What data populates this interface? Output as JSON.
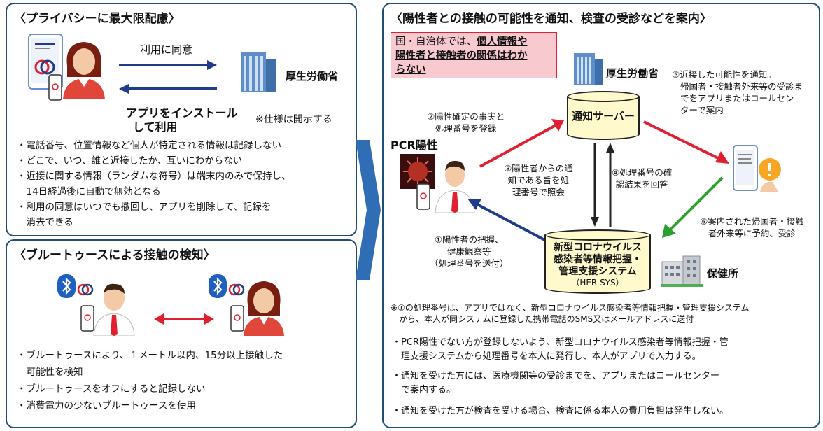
{
  "privacy": {
    "title": "〈プライバシーに最大限配慮〉",
    "consent_label": "利用に同意",
    "ministry_label": "厚生労働省",
    "install_label_1": "アプリをインストール",
    "install_label_2": "して利用",
    "spec_note": "※仕様は開示する",
    "bullets": [
      "・電話番号、位置情報など個人が特定される情報は記録しない",
      "・どこで、いつ、誰と近接したか、互いにわからない",
      "・近接に関する情報（ランダムな符号）は端末内のみで保持し、",
      "　14日経過後に自動で無効となる",
      "・利用の同意はいつでも撤回し、アプリを削除して、記録を",
      "　消去できる"
    ]
  },
  "bluetooth": {
    "title": "〈ブルートゥースによる接触の検知〉",
    "bullets": [
      "・ブルートゥースにより、１メートル以内、15分以上接触した",
      "　可能性を検知",
      "・ブルートゥースをオフにすると記録しない",
      "・消費電力の少ないブルートゥースを使用"
    ]
  },
  "notify": {
    "title": "〈陽性者との接触の可能性を通知、検査の受診などを案内〉",
    "callout_1": "国・自治体では、",
    "callout_1u": "個人情報や",
    "callout_2": "陽性者と接触者の関係はわか",
    "callout_3": "らない",
    "ministry_label": "厚生労働省",
    "server_label": "通知サーバー",
    "pcr_label": "PCR陽性",
    "step1": [
      "①陽性者の把握、",
      "健康観察等",
      "（処理番号を送付）"
    ],
    "step2": [
      "②陽性確定の事実と",
      "処理番号を登録"
    ],
    "step3": [
      "③陽性者からの通",
      "知である旨を処",
      "理番号で照会"
    ],
    "step4": [
      "④処理番号の確",
      "認結果を回答"
    ],
    "step5": [
      "⑤近接した可能性を通知。",
      "帰国者・接触者外来等の受診ま",
      "でをアプリまたはコールセン",
      "ターで案内"
    ],
    "step6": [
      "⑥案内された帰国者・接触",
      "者外来等に予約、受診"
    ],
    "hersys": [
      "新型コロナウイルス",
      "感染者等情報把握・",
      "管理支援システム",
      "（HER-SYS）"
    ],
    "health_center": "保健所",
    "footnote": [
      "※①の処理番号は、アプリではなく、新型コロナウイルス感染者等情報把握・管理支援システム",
      "　から、本人が同システムに登録した携帯電話のSMS又はメールアドレスに送付"
    ],
    "bullets": [
      "・PCR陽性でない方が登録しないよう、新型コロナウイルス感染者等情報把握・管",
      "　理支援システムから処理番号を本人に発行し、本人がアプリで入力する。",
      "・通知を受けた方には、医療機関等の受診までを、アプリまたはコールセンター",
      "　で案内する。",
      "・通知を受けた方が検査を受ける場合、検査に係る本人の費用負担は発生しない。"
    ]
  },
  "colors": {
    "frame": "#1f4e79",
    "red": "#e02030",
    "navy": "#1f3c88",
    "green": "#2ca02c",
    "callout_bg": "#f8c9cf",
    "server_bg": "#fff9cc"
  }
}
